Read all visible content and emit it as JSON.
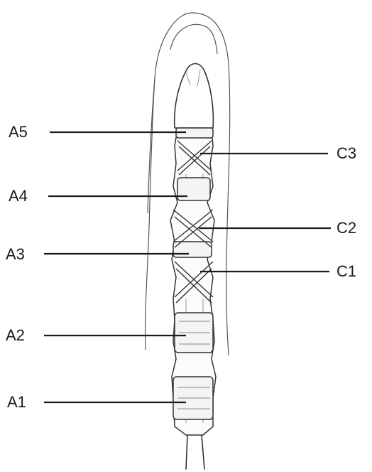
{
  "diagram": {
    "pulley_labels": {
      "a5": "A5",
      "a4": "A4",
      "a3": "A3",
      "a2": "A2",
      "a1": "A1"
    },
    "cruciate_labels": {
      "c3": "C3",
      "c2": "C2",
      "c1": "C1"
    }
  }
}
